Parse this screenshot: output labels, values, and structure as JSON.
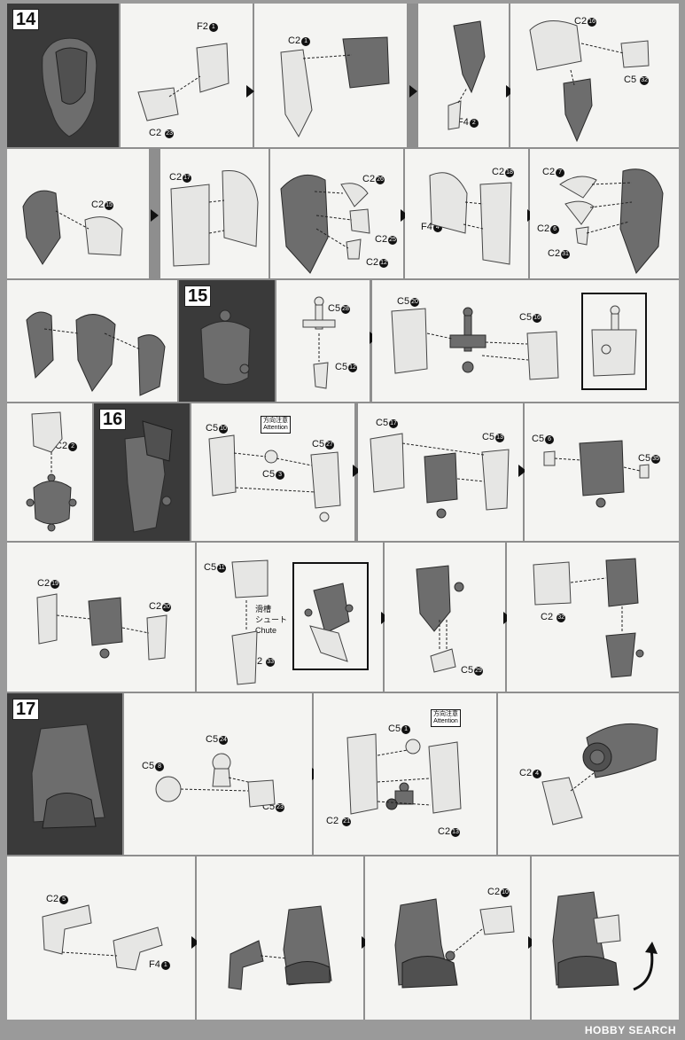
{
  "steps": {
    "s14": "14",
    "s15": "15",
    "s16": "16",
    "s17": "17"
  },
  "labels": {
    "r1a_f2": "F2",
    "r1a_f2n": "1",
    "r1a_c2": "C2",
    "r1a_c2n": "23",
    "r1b_c2": "C2",
    "r1b_c2n": "1",
    "r1c_f4": "F4",
    "r1c_f4n": "2",
    "r1d_c2": "C2",
    "r1d_c2n": "16",
    "r1d_c5": "C5",
    "r1d_c5n": "32",
    "r2a_c2": "C2",
    "r2a_c2n": "15",
    "r2b_c2": "C2",
    "r2b_c2n": "17",
    "r2b_f4": "F4",
    "r2b_f4n": "5",
    "r2c_c2a": "C2",
    "r2c_c2an": "26",
    "r2c_c2b": "C2",
    "r2c_c2bn": "25",
    "r2c_c2c": "C2",
    "r2c_c2cn": "12",
    "r2d_c2": "C2",
    "r2d_c2n": "18",
    "r2d_f4": "F4",
    "r2d_f4n": "4",
    "r2e_c2a": "C2",
    "r2e_c2an": "7",
    "r2e_c2b": "C2",
    "r2e_c2bn": "6",
    "r2e_c2c": "C2",
    "r2e_c2cn": "31",
    "r3c_c5a": "C5",
    "r3c_c5an": "28",
    "r3c_c5b": "C5",
    "r3c_c5bn": "12",
    "r3d_c5a": "C5",
    "r3d_c5an": "20",
    "r3d_c5b": "C5",
    "r3d_c5bn": "16",
    "r4a_c2": "C2",
    "r4a_c2n": "2",
    "r4c_c5a": "C5",
    "r4c_c5an": "10",
    "r4c_c5b": "C5",
    "r4c_c5bn": "27",
    "r4c_c5c": "C5",
    "r4c_c5cn": "3",
    "r4d_c5a": "C5",
    "r4d_c5an": "17",
    "r4d_c5b": "C5",
    "r4d_c5bn": "13",
    "r4e_c5a": "C5",
    "r4e_c5an": "6",
    "r4e_c5b": "C5",
    "r4e_c5bn": "35",
    "r5a_c2a": "C2",
    "r5a_c2an": "19",
    "r5a_c2b": "C2",
    "r5a_c2bn": "20",
    "r5b_c5": "C5",
    "r5b_c5n": "11",
    "r5b_c2": "C2",
    "r5b_c2n": "33",
    "r5c_c5": "C5",
    "r5c_c5n": "29",
    "r5d_c2": "C2",
    "r5d_c2n": "32",
    "r6b_c5a": "C5",
    "r6b_c5an": "24",
    "r6b_c5b": "C5",
    "r6b_c5bn": "8",
    "r6b_c5c": "C5",
    "r6b_c5cn": "23",
    "r6c_c5": "C5",
    "r6c_c5n": "1",
    "r6c_c2a": "C2",
    "r6c_c2an": "21",
    "r6c_c2b": "C2",
    "r6c_c2bn": "13",
    "r6d_c2": "C2",
    "r6d_c2n": "4",
    "r7a_c2": "C2",
    "r7a_c2n": "5",
    "r7a_f4": "F4",
    "r7a_f4n": "1",
    "r7c_c2": "C2",
    "r7c_c2n": "10"
  },
  "notes": {
    "attention_jp": "方向注意",
    "attention_en": "Attention",
    "chute_jp1": "滑槽",
    "chute_jp2": "シュート",
    "chute_en": "Chute"
  },
  "watermark": "HOBBY SEARCH"
}
